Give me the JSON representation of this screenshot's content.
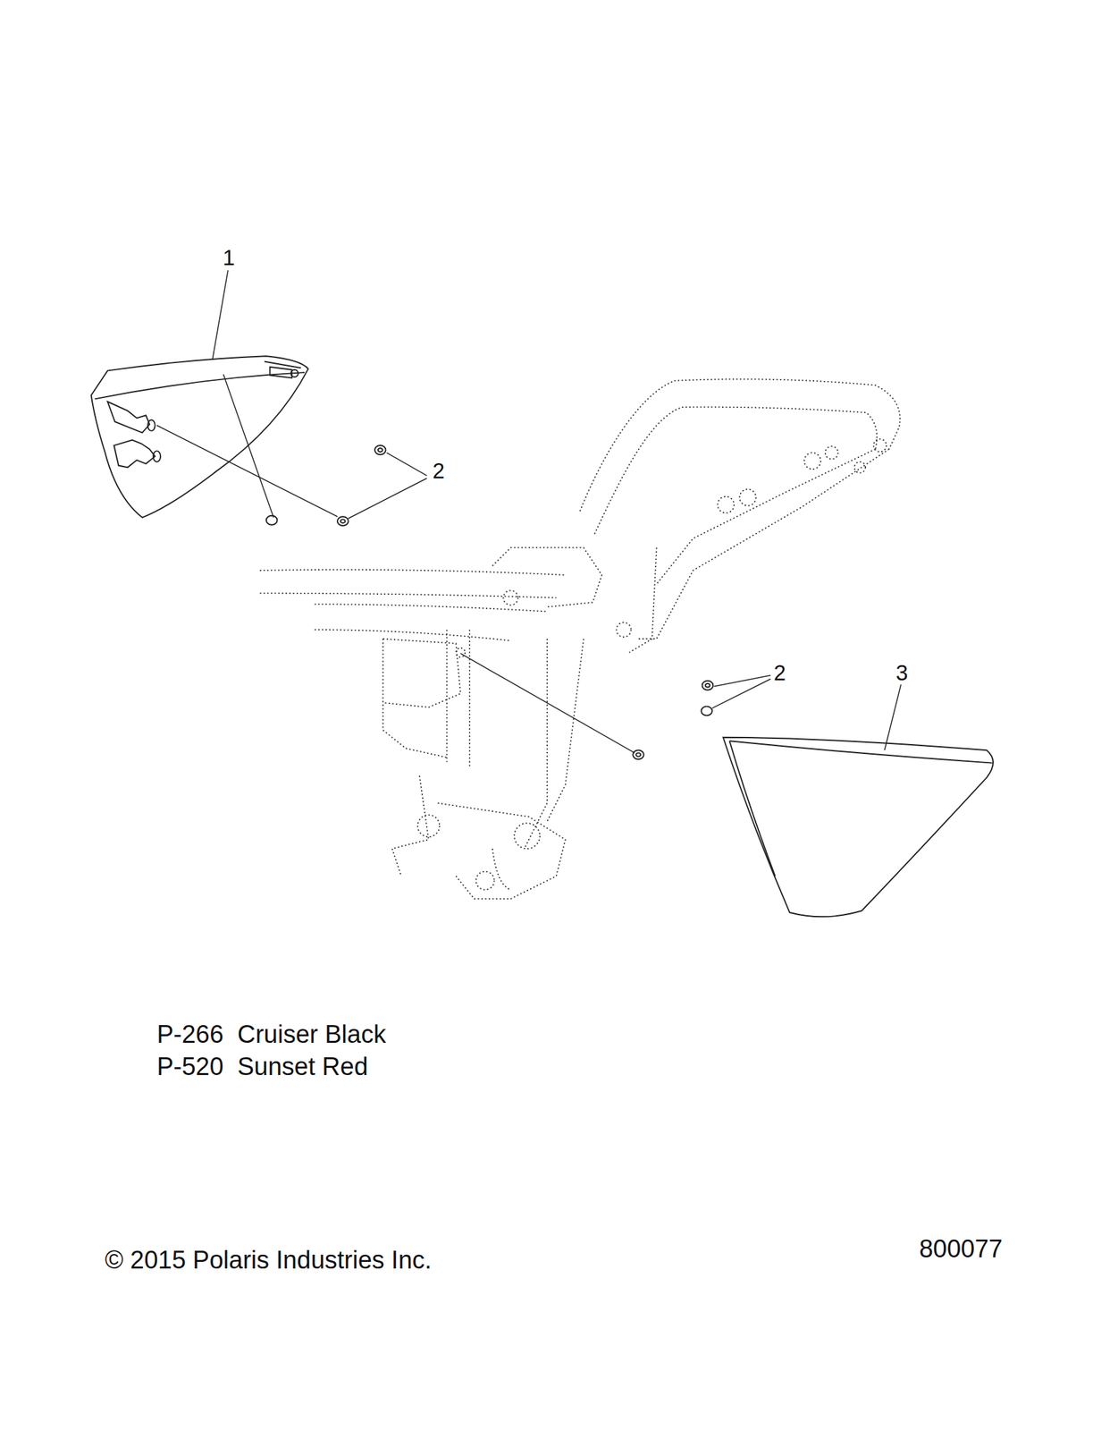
{
  "diagram": {
    "labels": [
      "1",
      "2",
      "2",
      "3",
      "P-266  Cruiser Black",
      "P-520  Sunset Red",
      "© 2015 Polaris Industries Inc.",
      "800077"
    ]
  }
}
